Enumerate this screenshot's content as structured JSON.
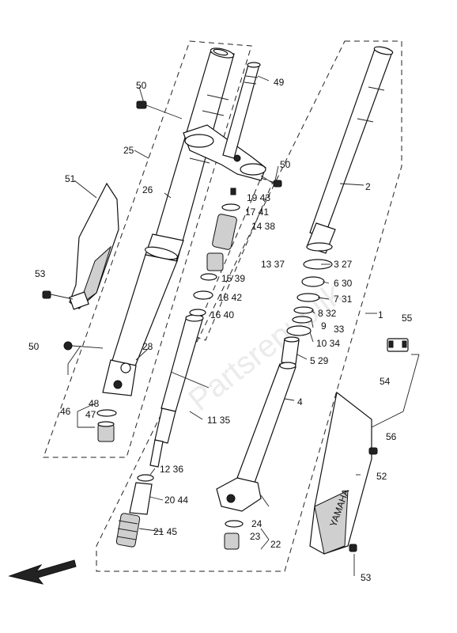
{
  "watermark": "Partsrepublik",
  "callouts": [
    {
      "id": "c1",
      "text": "1"
    },
    {
      "id": "c2",
      "text": "2"
    },
    {
      "id": "c3",
      "text": "3 27"
    },
    {
      "id": "c4",
      "text": "4"
    },
    {
      "id": "c5",
      "text": "5 29"
    },
    {
      "id": "c6",
      "text": "6 30"
    },
    {
      "id": "c7",
      "text": "7 31"
    },
    {
      "id": "c8",
      "text": "8 32"
    },
    {
      "id": "c9",
      "text": "9"
    },
    {
      "id": "c33",
      "text": "33"
    },
    {
      "id": "c10",
      "text": "10 34"
    },
    {
      "id": "c11",
      "text": "11 35"
    },
    {
      "id": "c12",
      "text": "12 36"
    },
    {
      "id": "c13",
      "text": "13 37"
    },
    {
      "id": "c14",
      "text": "14 38"
    },
    {
      "id": "c15",
      "text": "15 39"
    },
    {
      "id": "c16",
      "text": "16 40"
    },
    {
      "id": "c17",
      "text": "17 41"
    },
    {
      "id": "c18",
      "text": "18 42"
    },
    {
      "id": "c19",
      "text": "19 43"
    },
    {
      "id": "c20",
      "text": "20 44"
    },
    {
      "id": "c21",
      "text": "21 45"
    },
    {
      "id": "c22",
      "text": "22"
    },
    {
      "id": "c23",
      "text": "23"
    },
    {
      "id": "c24",
      "text": "24"
    },
    {
      "id": "c25",
      "text": "25"
    },
    {
      "id": "c26",
      "text": "26"
    },
    {
      "id": "c28",
      "text": "28"
    },
    {
      "id": "c46",
      "text": "46"
    },
    {
      "id": "c47",
      "text": "47"
    },
    {
      "id": "c48",
      "text": "48"
    },
    {
      "id": "c49",
      "text": "49"
    },
    {
      "id": "c50a",
      "text": "50"
    },
    {
      "id": "c50b",
      "text": "50"
    },
    {
      "id": "c50c",
      "text": "50"
    },
    {
      "id": "c51",
      "text": "51"
    },
    {
      "id": "c52",
      "text": "52"
    },
    {
      "id": "c53a",
      "text": "53"
    },
    {
      "id": "c53b",
      "text": "53"
    },
    {
      "id": "c54",
      "text": "54"
    },
    {
      "id": "c55",
      "text": "55"
    },
    {
      "id": "c56",
      "text": "56"
    }
  ],
  "guard_logo": "YAMAHA",
  "arrow": "direction-arrow-front"
}
